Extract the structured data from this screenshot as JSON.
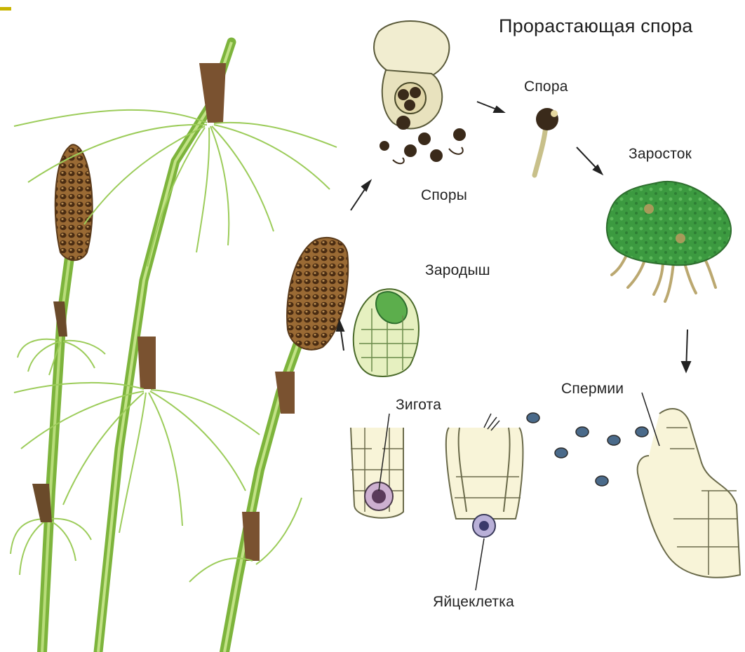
{
  "labels": {
    "germinating_spore": "Прорастающая спора",
    "spore": "Спора",
    "spores": "Споры",
    "prothallus": "Заросток",
    "embryo": "Зародыш",
    "zygote": "Зигота",
    "sperm": "Спермии",
    "egg_cell": "Яйцеклетка"
  },
  "colors": {
    "accent": "#c8b400",
    "stem": "#7db43c",
    "branch": "#9ccc5a",
    "cone": "#8a5a2c",
    "cone_dot": "#3b2410",
    "prothallus": "#3f9a3f",
    "cell_fill": "#f8f4d8",
    "cell_line": "#6a6a4a",
    "arrow": "#222222"
  }
}
